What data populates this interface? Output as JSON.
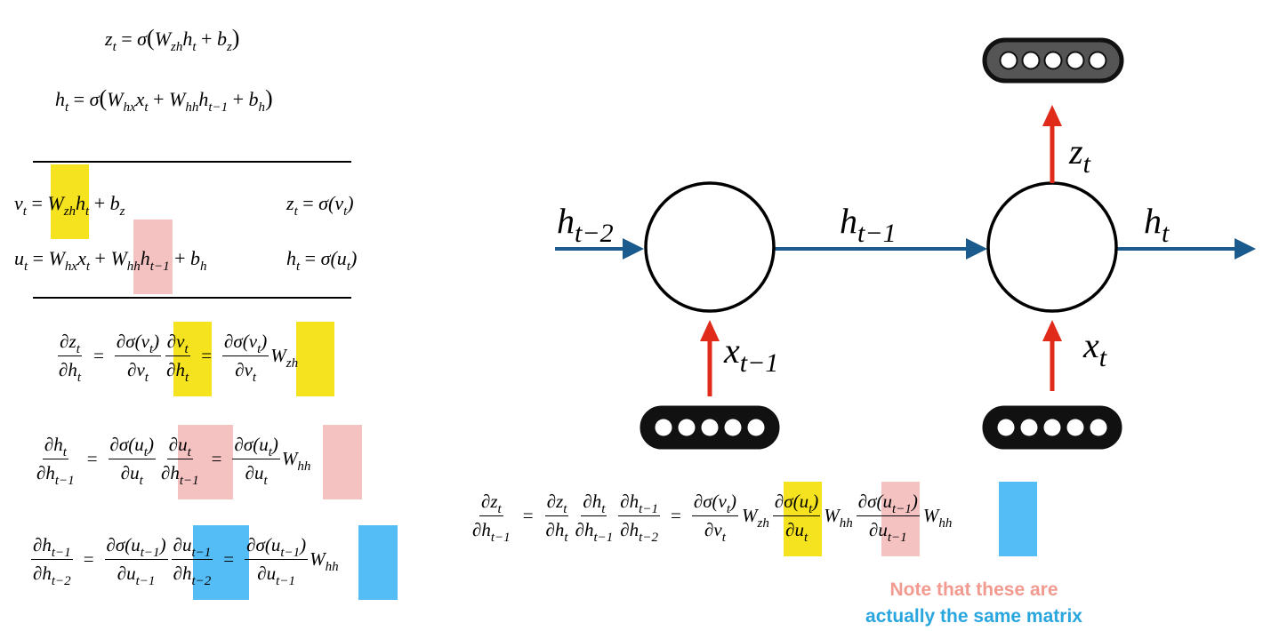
{
  "top_equations": {
    "z_eq": "z_t = σ(W_zh h_t + b_z)",
    "h_eq": "h_t = σ(W_hx x_t + W_hh h_{t−1} + b_h)"
  },
  "definitions": {
    "v_eq": "v_t = W_zh h_t + b_z",
    "z_eq": "z_t = σ(v_t)",
    "u_eq": "u_t = W_hx x_t + W_hh h_{t−1} + b_h",
    "h_eq": "h_t = σ(u_t)"
  },
  "derivatives": {
    "dz_dh": "∂z_t/∂h_t = ∂σ(v_t)/∂v_t · ∂v_t/∂h_t = ∂σ(v_t)/∂v_t · W_zh",
    "dh_dh1": "∂h_t/∂h_{t−1} = ∂σ(u_t)/∂u_t · ∂u_t/∂h_{t−1} = ∂σ(u_t)/∂u_t · W_hh",
    "dh1_dh2": "∂h_{t−1}/∂h_{t−2} = ∂σ(u_{t−1})/∂u_{t−1} · ∂u_{t−1}/∂h_{t−2} = ∂σ(u_{t−1})/∂u_{t−1} · W_hh",
    "chain": "∂z_t/∂h_{t−1} = ∂z_t/∂h_t · ∂h_t/∂h_{t−1} · ∂h_{t−1}/∂h_{t−2} = ∂σ(v_t)/∂v_t · W_zh · ∂σ(u_t)/∂u_t · W_hh · ∂σ(u_{t−1})/∂u_{t−1} · W_hh"
  },
  "diagram": {
    "labels": {
      "h_t_minus_2": "h_{t−2}",
      "h_t_minus_1": "h_{t−1}",
      "h_t": "h_t",
      "x_t_minus_1": "x_{t−1}",
      "x_t": "x_t",
      "z_t": "z_t"
    }
  },
  "note": {
    "line1": "Note that these are",
    "line2": "actually the same matrix"
  },
  "colors": {
    "highlight_yellow": "#f5e31f",
    "highlight_pink": "#f5c2c2",
    "highlight_blue": "#55bdf5",
    "arrow_blue": "#1b5a8c",
    "arrow_red": "#e02a1a",
    "note_pink": "#f29a8f",
    "note_blue": "#2aa6df",
    "output_node": "#555555"
  }
}
